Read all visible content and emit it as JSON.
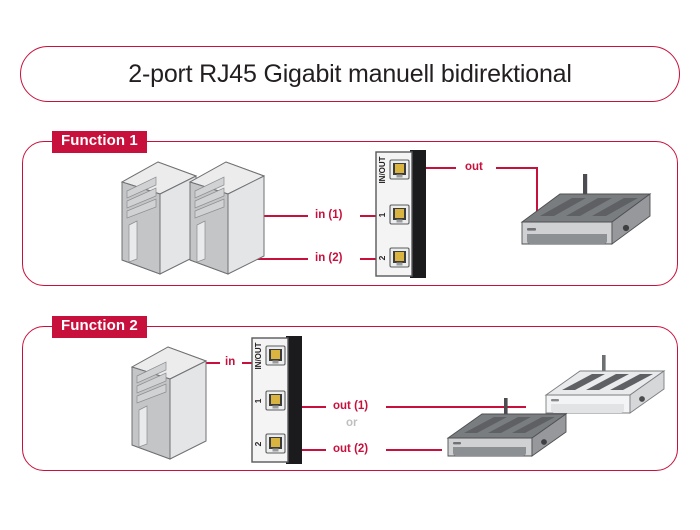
{
  "page": {
    "title": "2-port RJ45 Gigabit manuell bidirektional",
    "accent_color": "#C8103C",
    "background_color": "#FFFFFF"
  },
  "panels": [
    {
      "badge": "Function 1",
      "devices": {
        "computers": [
          "pc-tower-1",
          "pc-tower-2"
        ],
        "switch": {
          "name": "rj45-switch",
          "ports": [
            "IN/OUT",
            "1",
            "2"
          ]
        },
        "routers": [
          "router-dark"
        ]
      },
      "connection_labels": [
        {
          "text": "in (1)",
          "color": "#C8103C"
        },
        {
          "text": "in (2)",
          "color": "#C8103C"
        },
        {
          "text": "out",
          "color": "#C8103C"
        }
      ]
    },
    {
      "badge": "Function 2",
      "devices": {
        "computers": [
          "pc-tower-1"
        ],
        "switch": {
          "name": "rj45-switch",
          "ports": [
            "IN/OUT",
            "1",
            "2"
          ]
        },
        "routers": [
          "router-light",
          "router-dark"
        ]
      },
      "connection_labels": [
        {
          "text": "in",
          "color": "#C8103C"
        },
        {
          "text": "out (1)",
          "color": "#C8103C"
        },
        {
          "text": "or",
          "color": "#BFBFBF"
        },
        {
          "text": "out (2)",
          "color": "#C8103C"
        }
      ]
    }
  ],
  "switch_port_labels": {
    "inout": "IN/OUT",
    "port1": "1",
    "port2": "2"
  }
}
